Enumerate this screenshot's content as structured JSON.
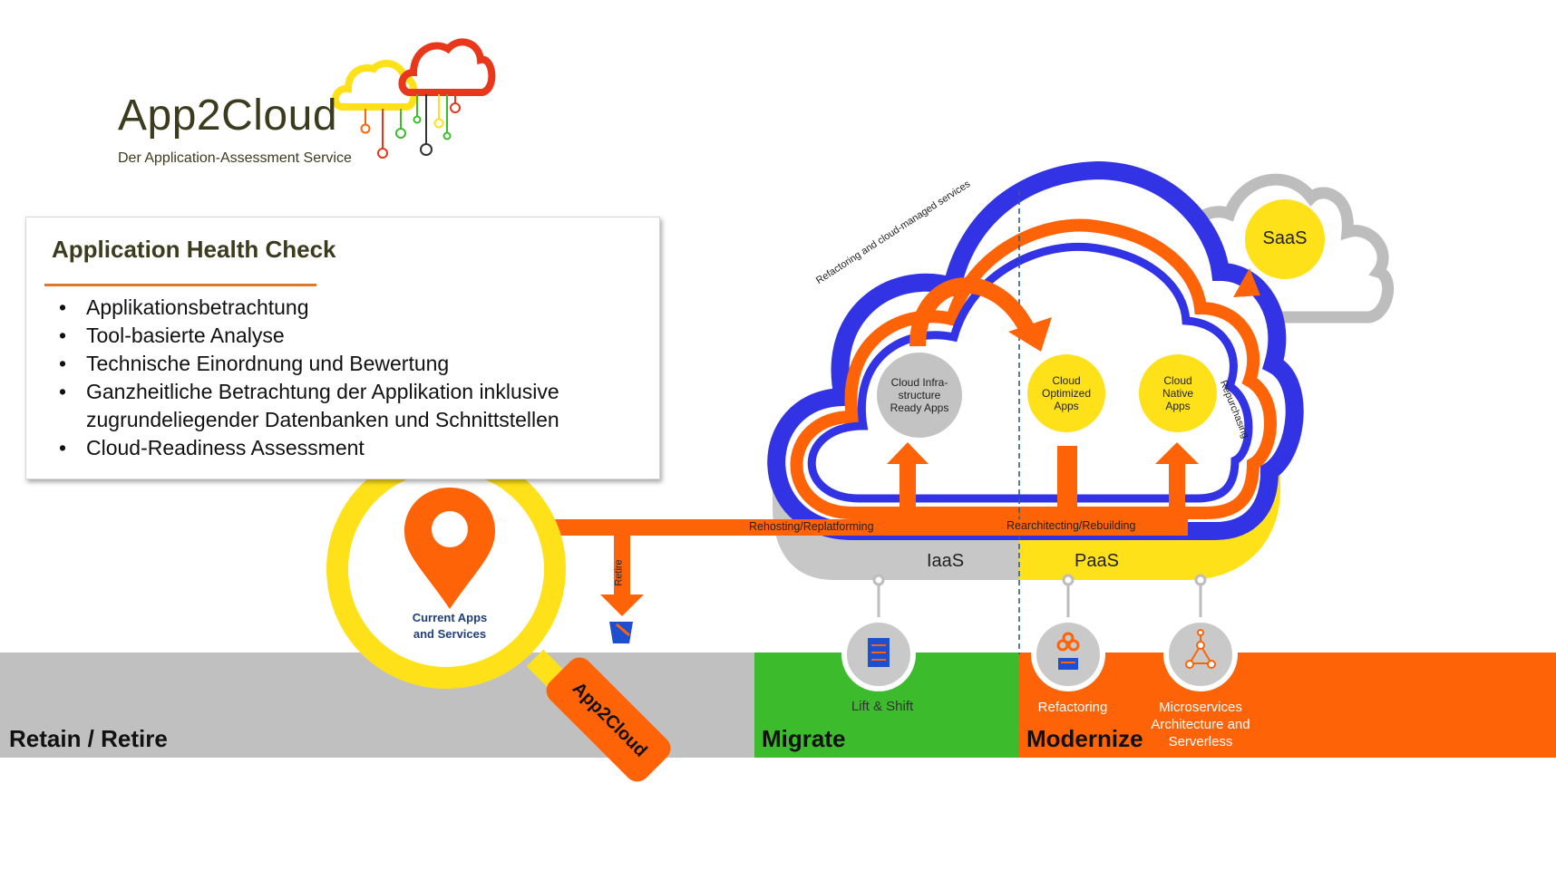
{
  "logo": {
    "title": "App2Cloud",
    "subtitle": "Der Application-Assessment  Service"
  },
  "health_check": {
    "title": "Application Health Check",
    "items": [
      "Applikationsbetrachtung",
      "Tool-basierte Analyse",
      "Technische Einordnung und Bewertung",
      "Ganzheitliche Betrachtung der Applikation inklusive zugrundeliegender Datenbanken und Schnittstellen",
      "Cloud-Readiness Assessment"
    ]
  },
  "magnifier": {
    "label_line1": "Current Apps",
    "label_line2": "and Services",
    "handle_text": "App2Cloud"
  },
  "paths": {
    "retire": "Retire",
    "rehosting": "Rehosting/Replatforming",
    "rearchitecting": "Rearchitecting/Rebuilding",
    "refactoring_services": "Refactoring and cloud-managed services",
    "repurchasing": "Repurchasing"
  },
  "cloud_nodes": {
    "infra_line1": "Cloud Infra-",
    "infra_line2": "structure",
    "infra_line3": "Ready Apps",
    "optimized_line1": "Cloud",
    "optimized_line2": "Optimized",
    "optimized_line3": "Apps",
    "native_line1": "Cloud",
    "native_line2": "Native",
    "native_line3": "Apps",
    "saas": "SaaS"
  },
  "layers": {
    "iaas": "IaaS",
    "paas": "PaaS"
  },
  "bands": {
    "retain": "Retain / Retire",
    "migrate": "Migrate",
    "modernize": "Modernize"
  },
  "approaches": {
    "lift_shift": "Lift & Shift",
    "refactoring": "Refactoring",
    "micro_line1": "Microservices",
    "micro_line2": "Architecture  and",
    "micro_line3": "Serverless"
  },
  "colors": {
    "orange": "#ff6308",
    "yellow": "#ffe11a",
    "blue": "#3333e6",
    "green": "#3cbb2c",
    "gray": "#bdbdbd",
    "red": "#e8371a",
    "dark_olive": "#3b3b1e"
  },
  "icons": {
    "location": "location-pin-icon",
    "bucket": "trash-bucket-icon",
    "server": "server-icon",
    "cogs": "cogs-icon",
    "network": "network-nodes-icon"
  }
}
